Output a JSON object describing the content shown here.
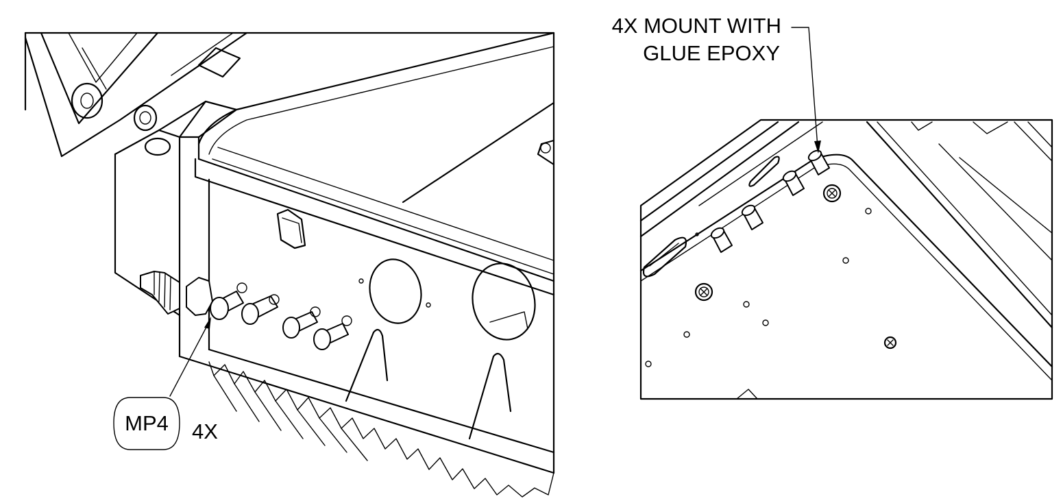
{
  "callouts": {
    "balloon_label": "MP4",
    "quantity": "4X",
    "note_line1": "4X MOUNT WITH",
    "note_line2": "GLUE EPOXY"
  }
}
